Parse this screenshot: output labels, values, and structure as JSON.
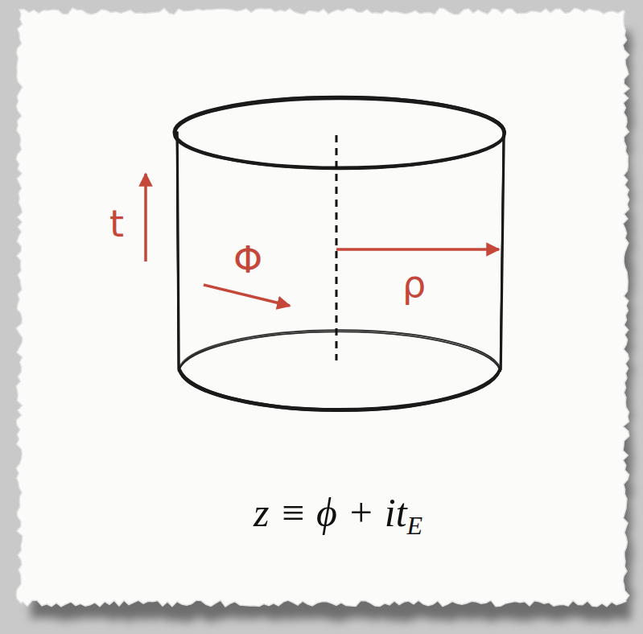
{
  "diagram": {
    "labels": [
      "t",
      "Φ",
      "ρ",
      "z ≡ ϕ + it",
      "E"
    ]
  }
}
